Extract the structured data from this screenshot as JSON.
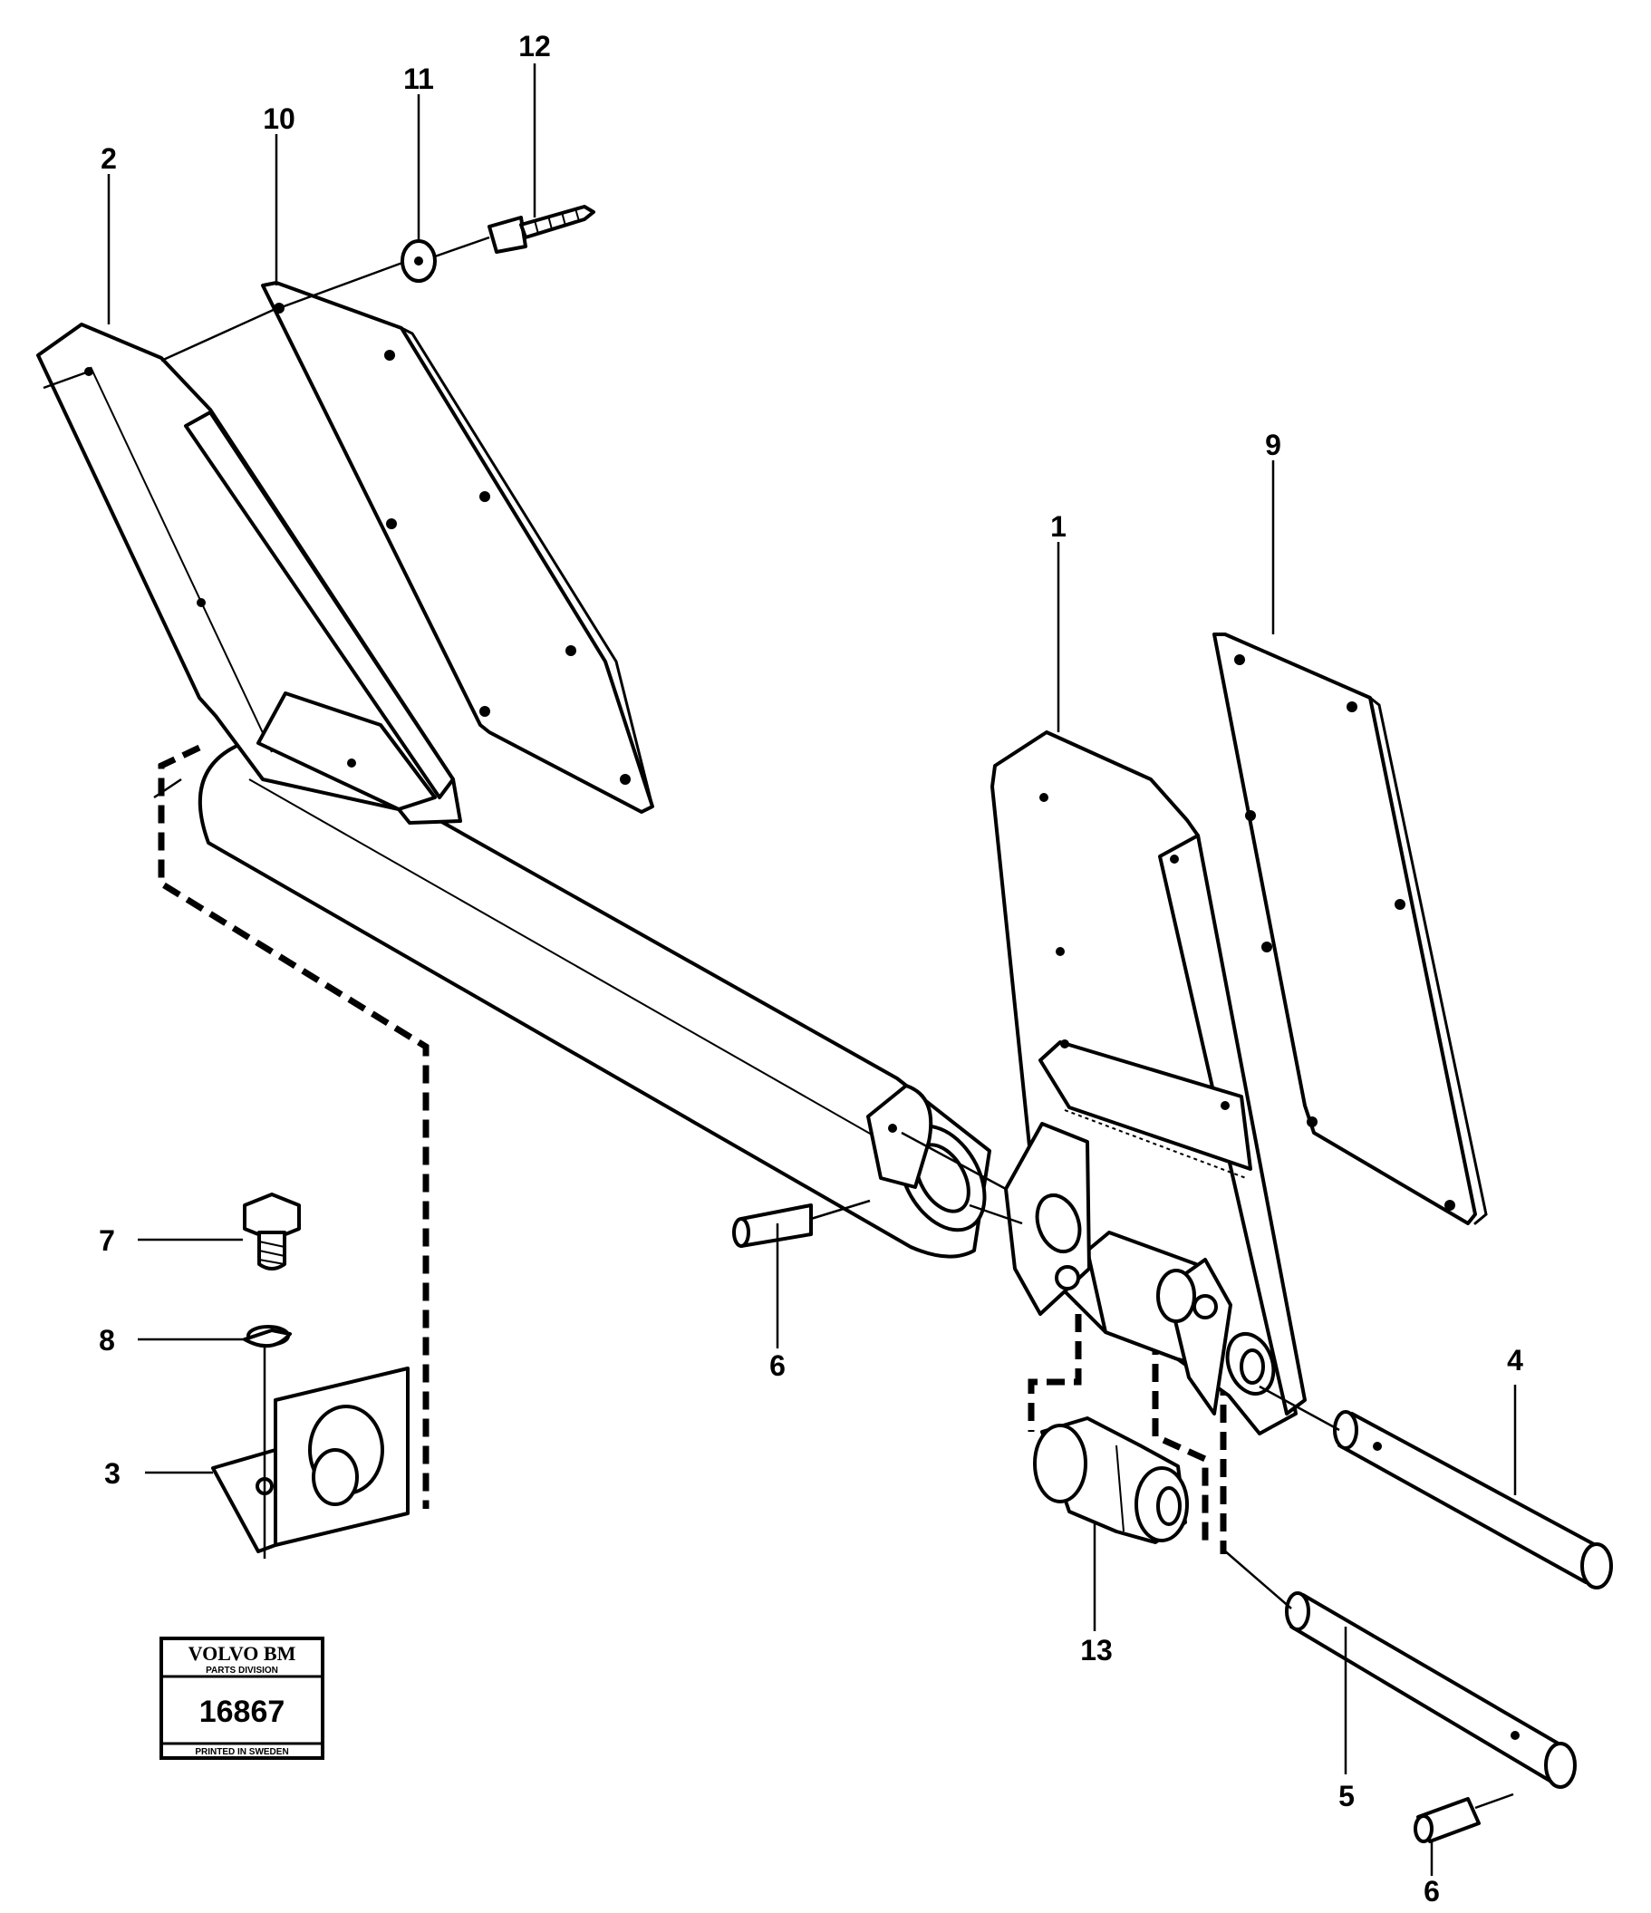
{
  "callouts": {
    "c1": "1",
    "c2": "2",
    "c3": "3",
    "c4": "4",
    "c5": "5",
    "c6a": "6",
    "c6b": "6",
    "c7": "7",
    "c8": "8",
    "c9": "9",
    "c10": "10",
    "c11": "11",
    "c12": "12",
    "c13": "13"
  },
  "stamp": {
    "brand": "VOLVO BM",
    "division": "PARTS DIVISION",
    "number": "16867",
    "footer": "PRINTED IN SWEDEN"
  }
}
